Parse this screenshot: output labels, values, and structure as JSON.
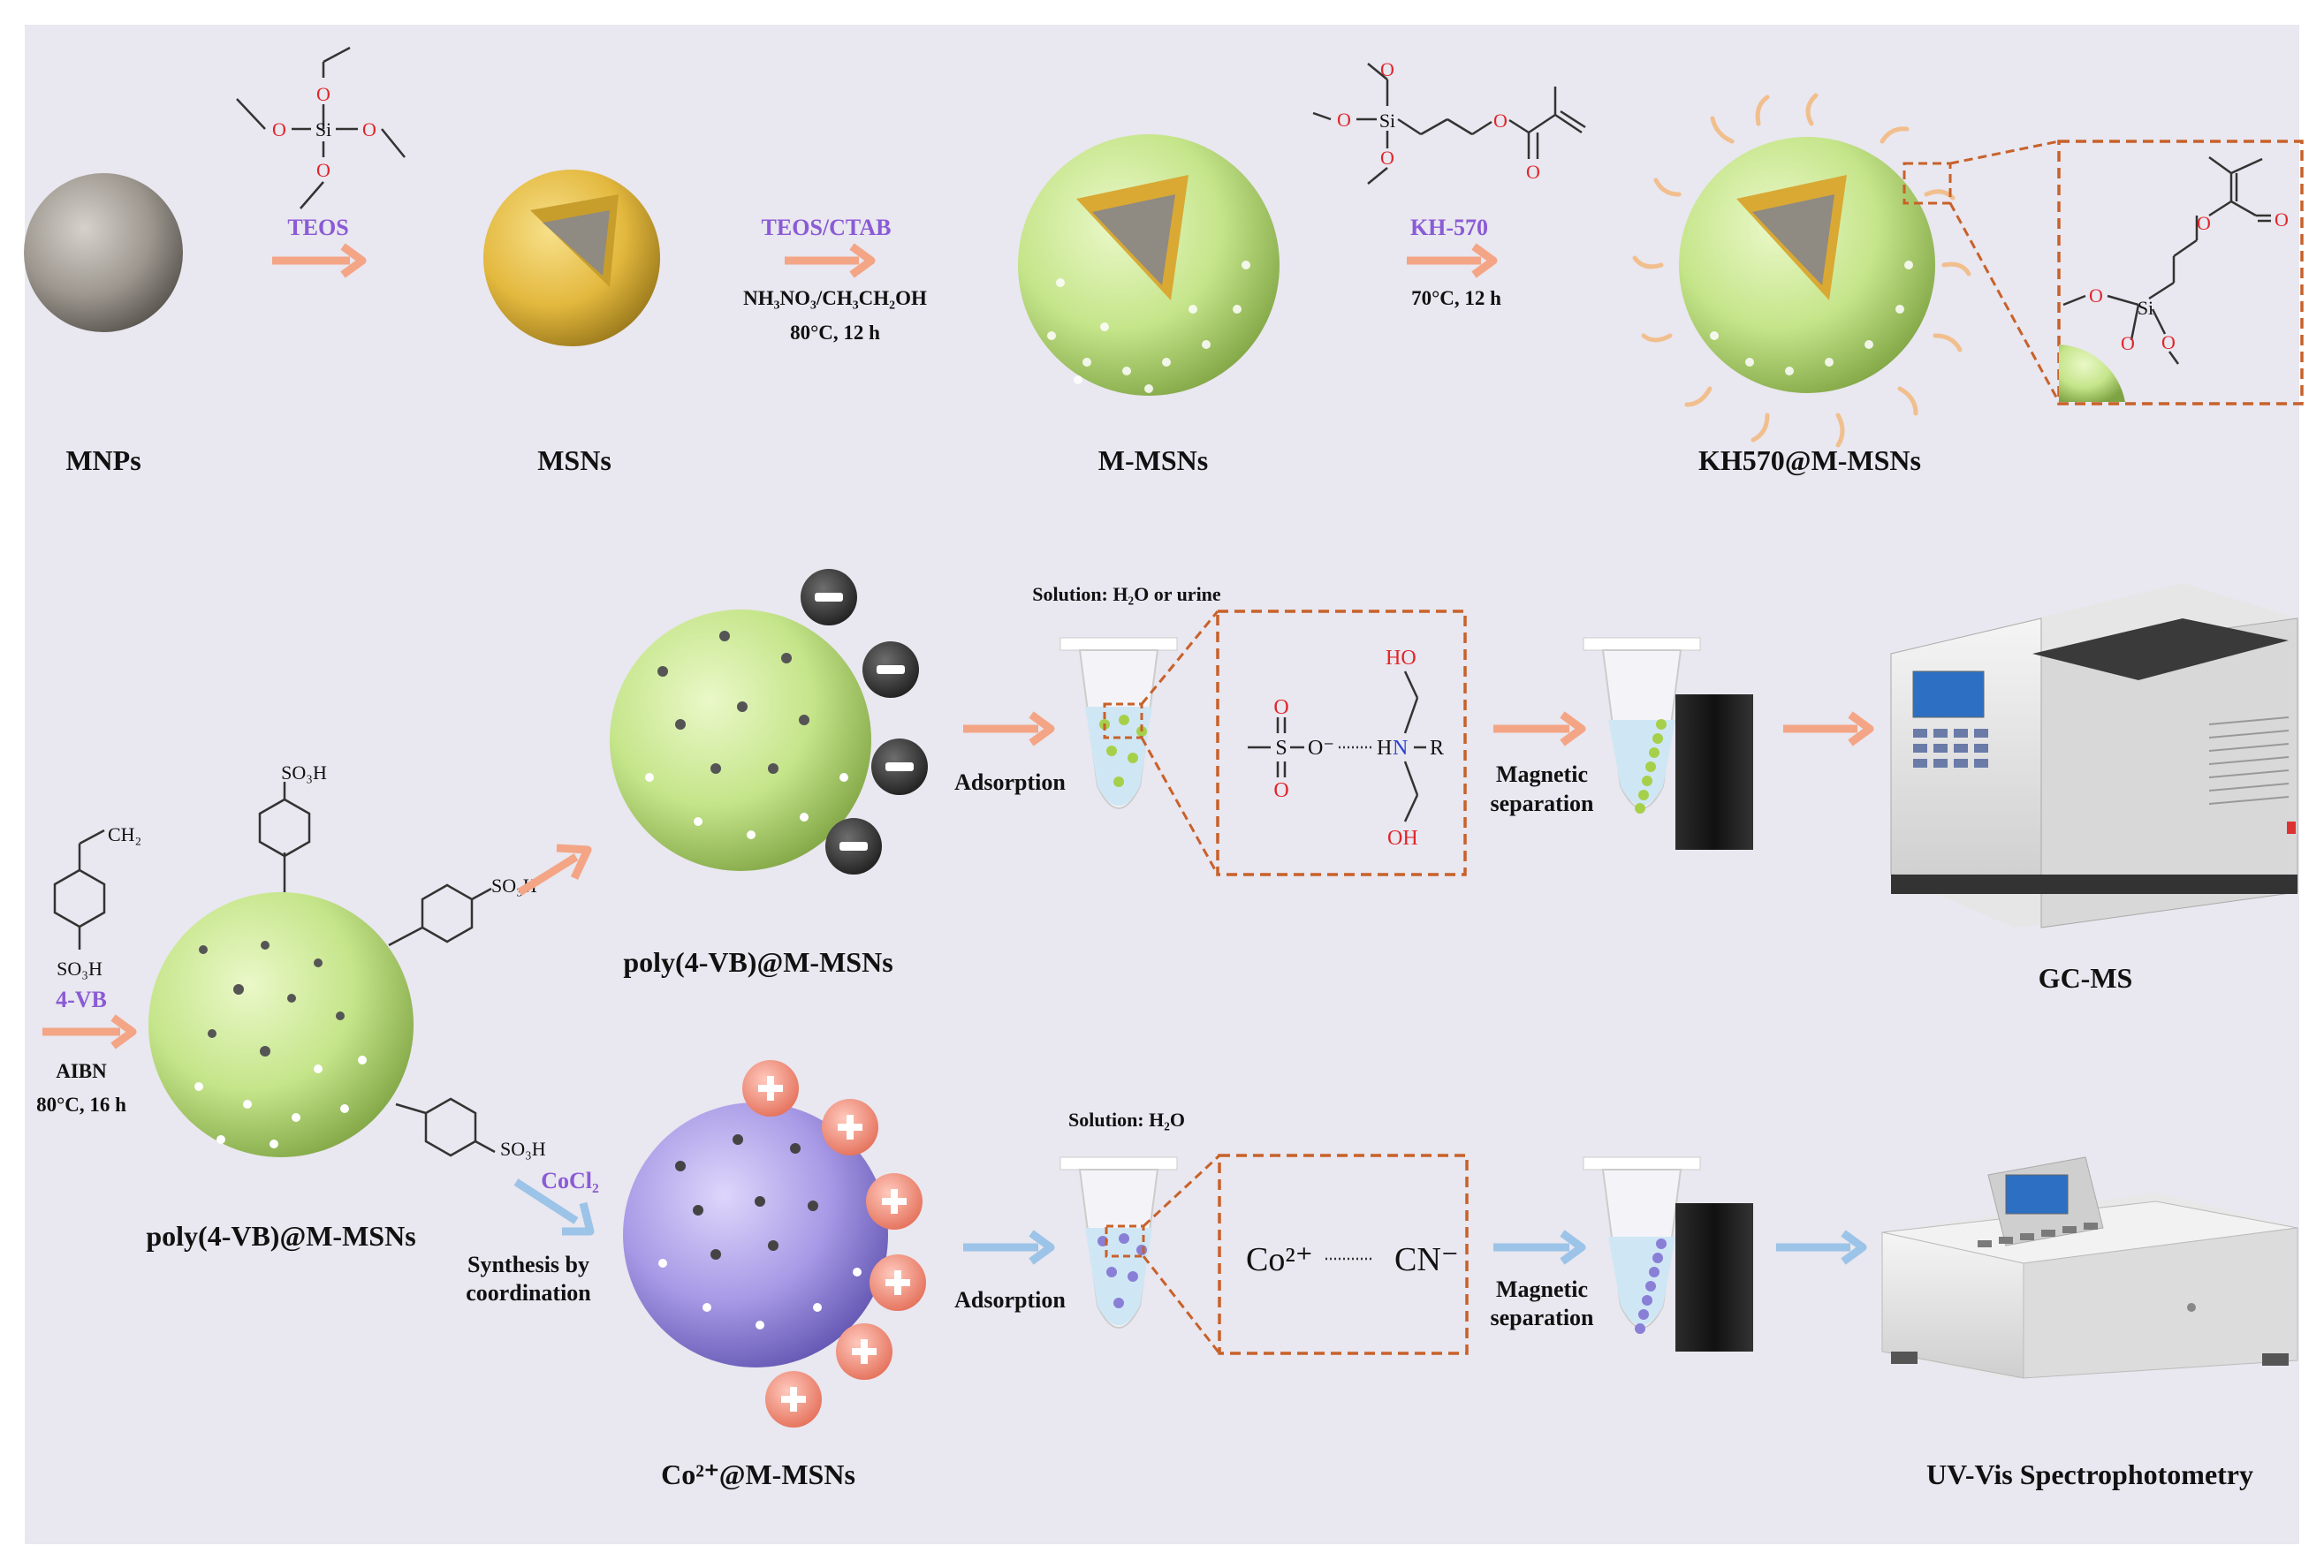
{
  "row1": {
    "labels": {
      "mnps": "MNPs",
      "msns": "MSNs",
      "mmsns": "M-MSNs",
      "kh570": "KH570@M-MSNs"
    },
    "step1": {
      "reagent": "TEOS"
    },
    "step2": {
      "reagent": "TEOS/CTAB",
      "cond1": "NH₃NO₃/CH₃CH₂OH",
      "cond2": "80°C, 12 h"
    },
    "step3": {
      "reagent": "KH-570",
      "cond1": "70°C, 12 h"
    },
    "atoms": {
      "si": "Si",
      "o": "O"
    }
  },
  "row2": {
    "monomer": {
      "ch2": "CH₂",
      "so3h": "SO₃H"
    },
    "step": {
      "reagent": "4-VB",
      "cond1": "AIBN",
      "cond2": "80°C, 16 h"
    },
    "poly_label": "poly(4-VB)@M-MSNs",
    "neg_label": "poly(4-VB)@M-MSNs",
    "sub_groups": [
      "SO₃H",
      "SO₃H",
      "SO₃H"
    ],
    "solution_top": "Solution: H₂O or urine",
    "adsorption": "Adsorption",
    "magnetic1": "Magnetic",
    "magnetic2": "separation",
    "interaction": {
      "o_minus": "O⁻",
      "hn": "H",
      "n": "N",
      "r": "R",
      "ho": "HO",
      "oh": "OH",
      "s": "S",
      "o": "O"
    },
    "gcms": "GC-MS"
  },
  "row3": {
    "reagent": "CoCl₂",
    "synth1": "Synthesis by",
    "synth2": "coordination",
    "co_label": "Co²⁺@M-MSNs",
    "solution": "Solution: H₂O",
    "adsorption": "Adsorption",
    "magnetic1": "Magnetic",
    "magnetic2": "separation",
    "co_ion": "Co²⁺",
    "cn_ion": "CN⁻",
    "uvvis": "UV-Vis Spectrophotometry"
  },
  "colors": {
    "background": "#e9e7ef",
    "arrow_orange": "#f3a586",
    "arrow_blue": "#9cc3e8",
    "dash_box": "#c8612a",
    "sphere_green": "#c5e58a",
    "sphere_purple": "#a89ae6",
    "sphere_grey": "#9c968e",
    "sphere_gold": "#e7bf45"
  }
}
